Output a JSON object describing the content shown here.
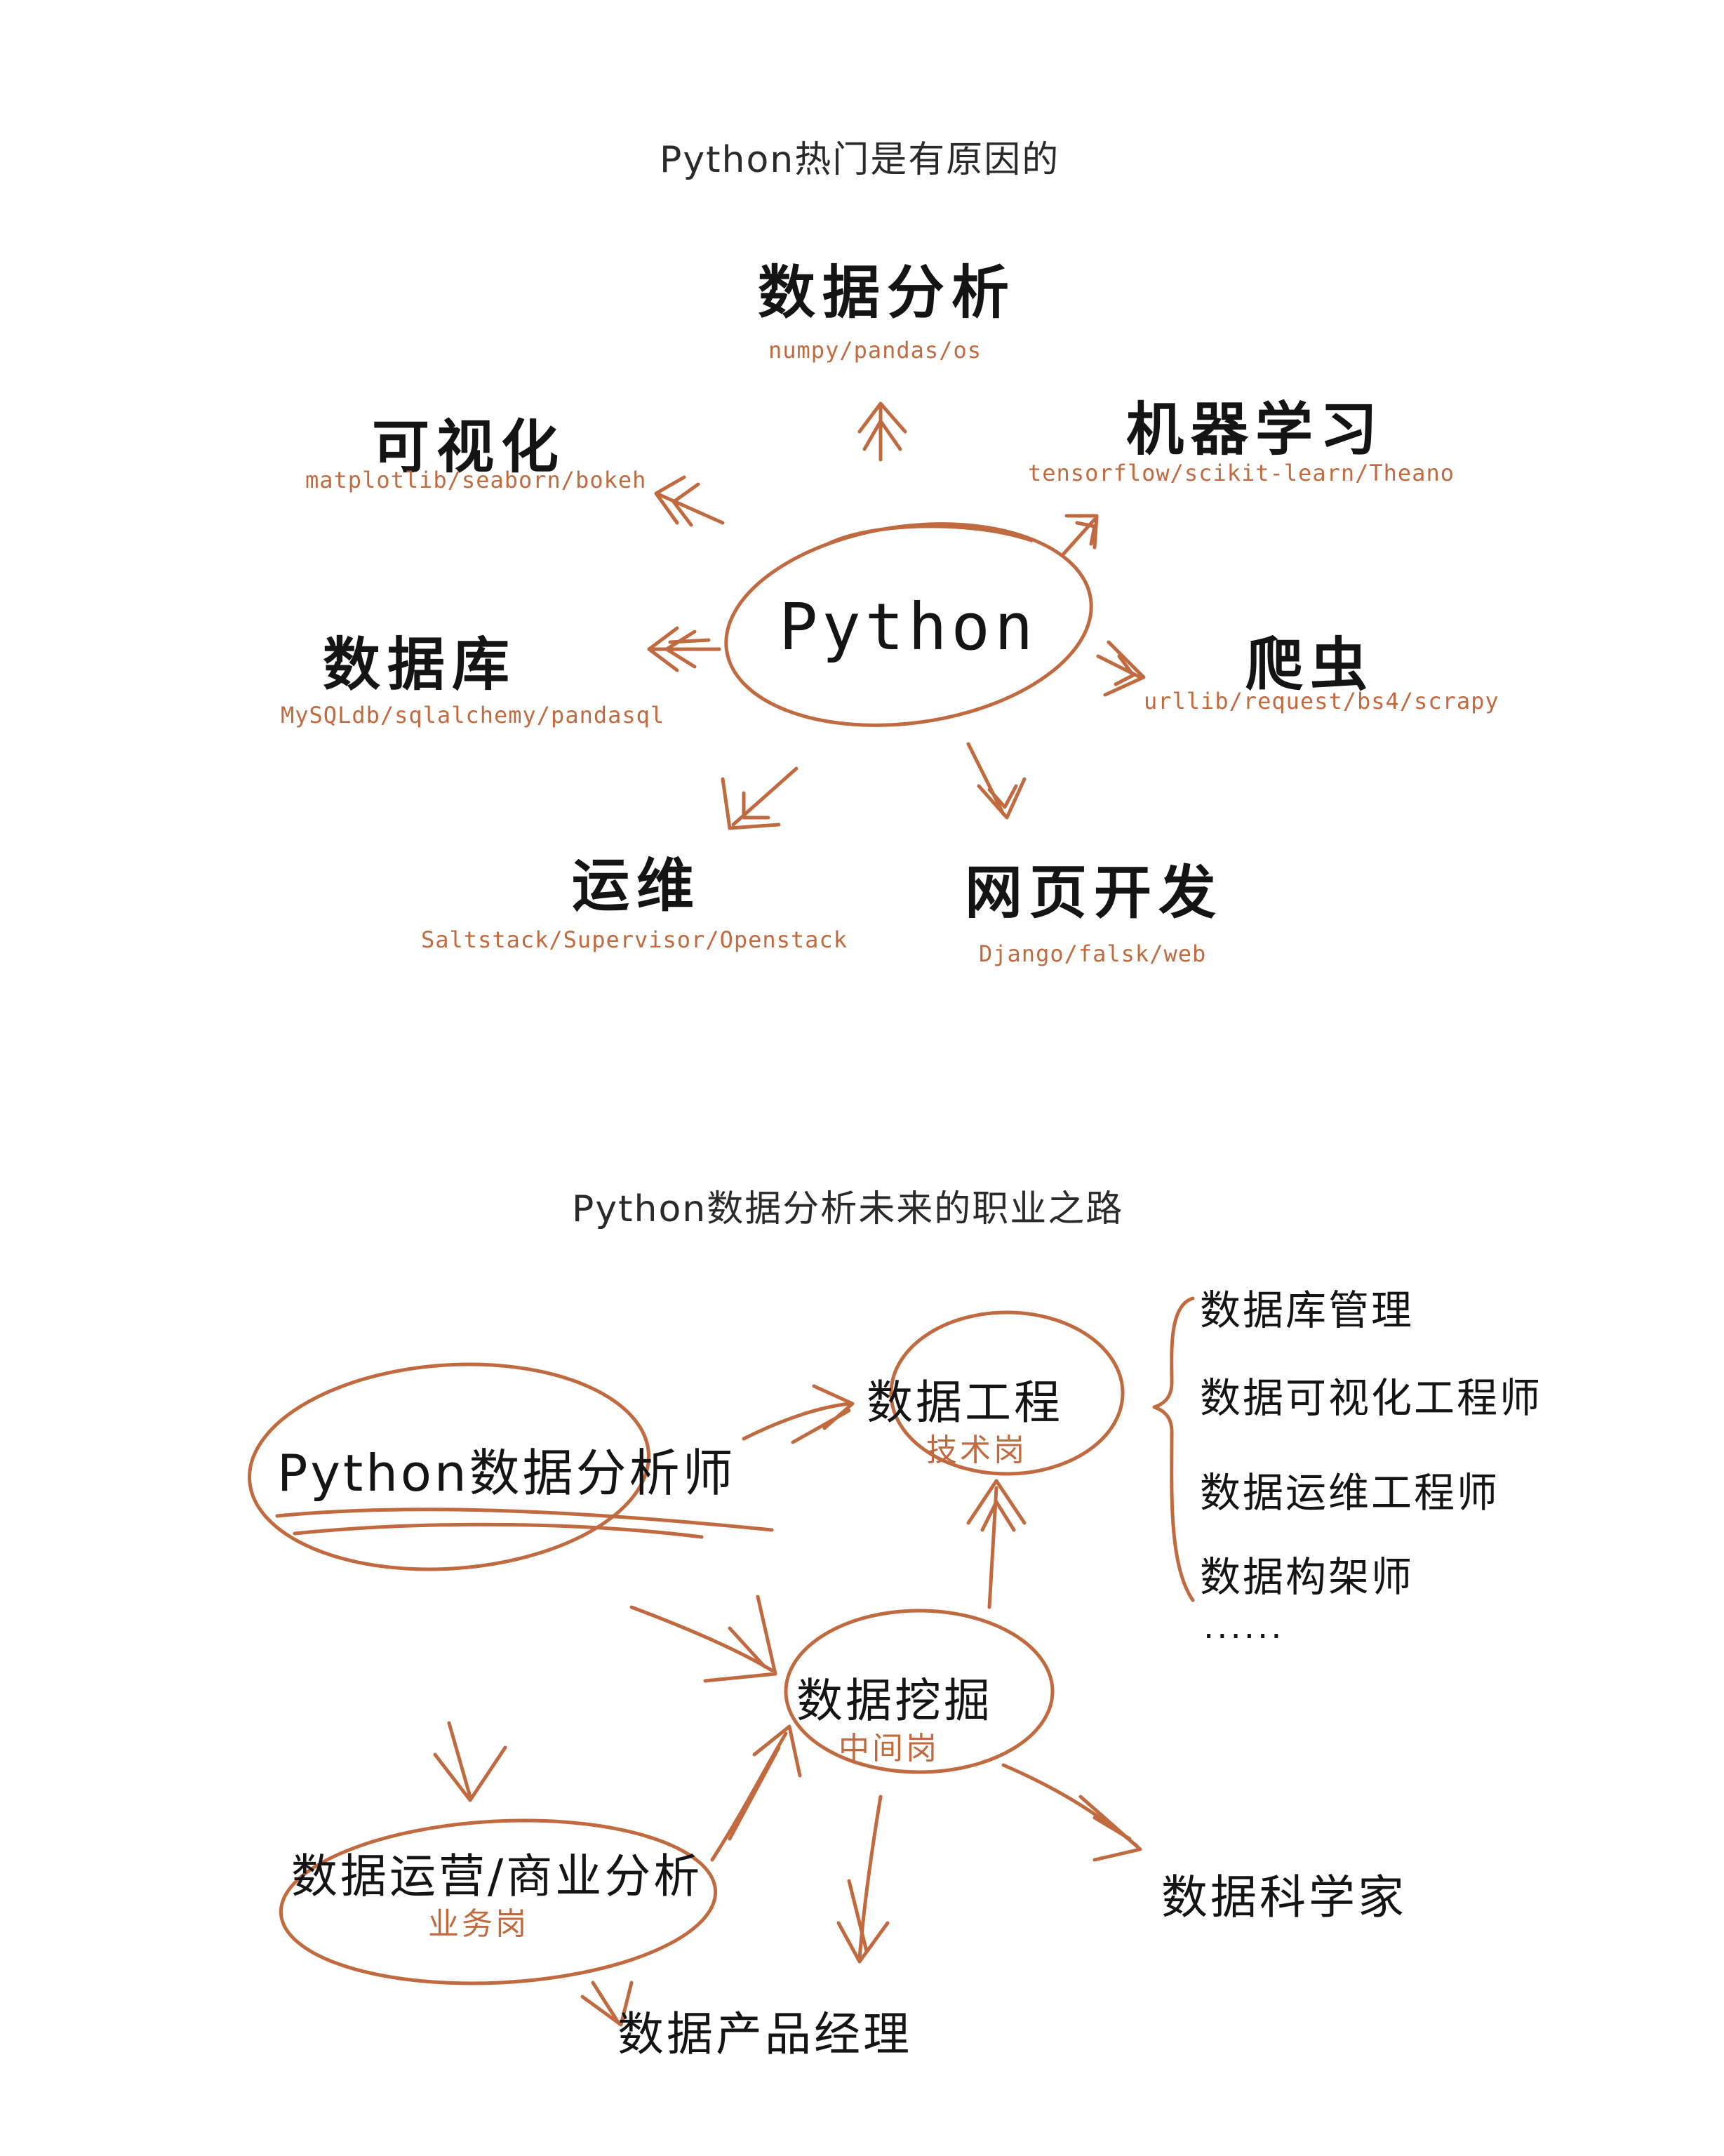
{
  "section1": {
    "title": "Python热门是有原因的",
    "center": "Python",
    "categories": [
      {
        "id": "data-analysis",
        "label": "数据分析",
        "libs": "numpy/pandas/os"
      },
      {
        "id": "visualization",
        "label": "可视化",
        "libs": "matplotlib/seaborn/bokeh"
      },
      {
        "id": "machine-learning",
        "label": "机器学习",
        "libs": "tensorflow/scikit-learn/Theano"
      },
      {
        "id": "database",
        "label": "数据库",
        "libs": "MySQLdb/sqlalchemy/pandasql"
      },
      {
        "id": "crawler",
        "label": "爬虫",
        "libs": "urllib/request/bs4/scrapy"
      },
      {
        "id": "ops",
        "label": "运维",
        "libs": "Saltstack/Supervisor/Openstack"
      },
      {
        "id": "web-dev",
        "label": "网页开发",
        "libs": "Django/falsk/web"
      }
    ]
  },
  "section2": {
    "title": "Python数据分析未来的职业之路",
    "analyst": "Python数据分析师",
    "engineering": {
      "label": "数据工程",
      "tag": "技术岗"
    },
    "mining": {
      "label": "数据挖掘",
      "tag": "中间岗"
    },
    "operations": {
      "label": "数据运营/商业分析",
      "tag": "业务岗"
    },
    "scientist": "数据科学家",
    "product_manager": "数据产品经理",
    "engineering_roles": [
      "数据库管理",
      "数据可视化工程师",
      "数据运维工程师",
      "数据构架师"
    ],
    "more": "......"
  },
  "colors": {
    "accent": "#c26a3f",
    "ink": "#141414",
    "background": "#ffffff"
  }
}
